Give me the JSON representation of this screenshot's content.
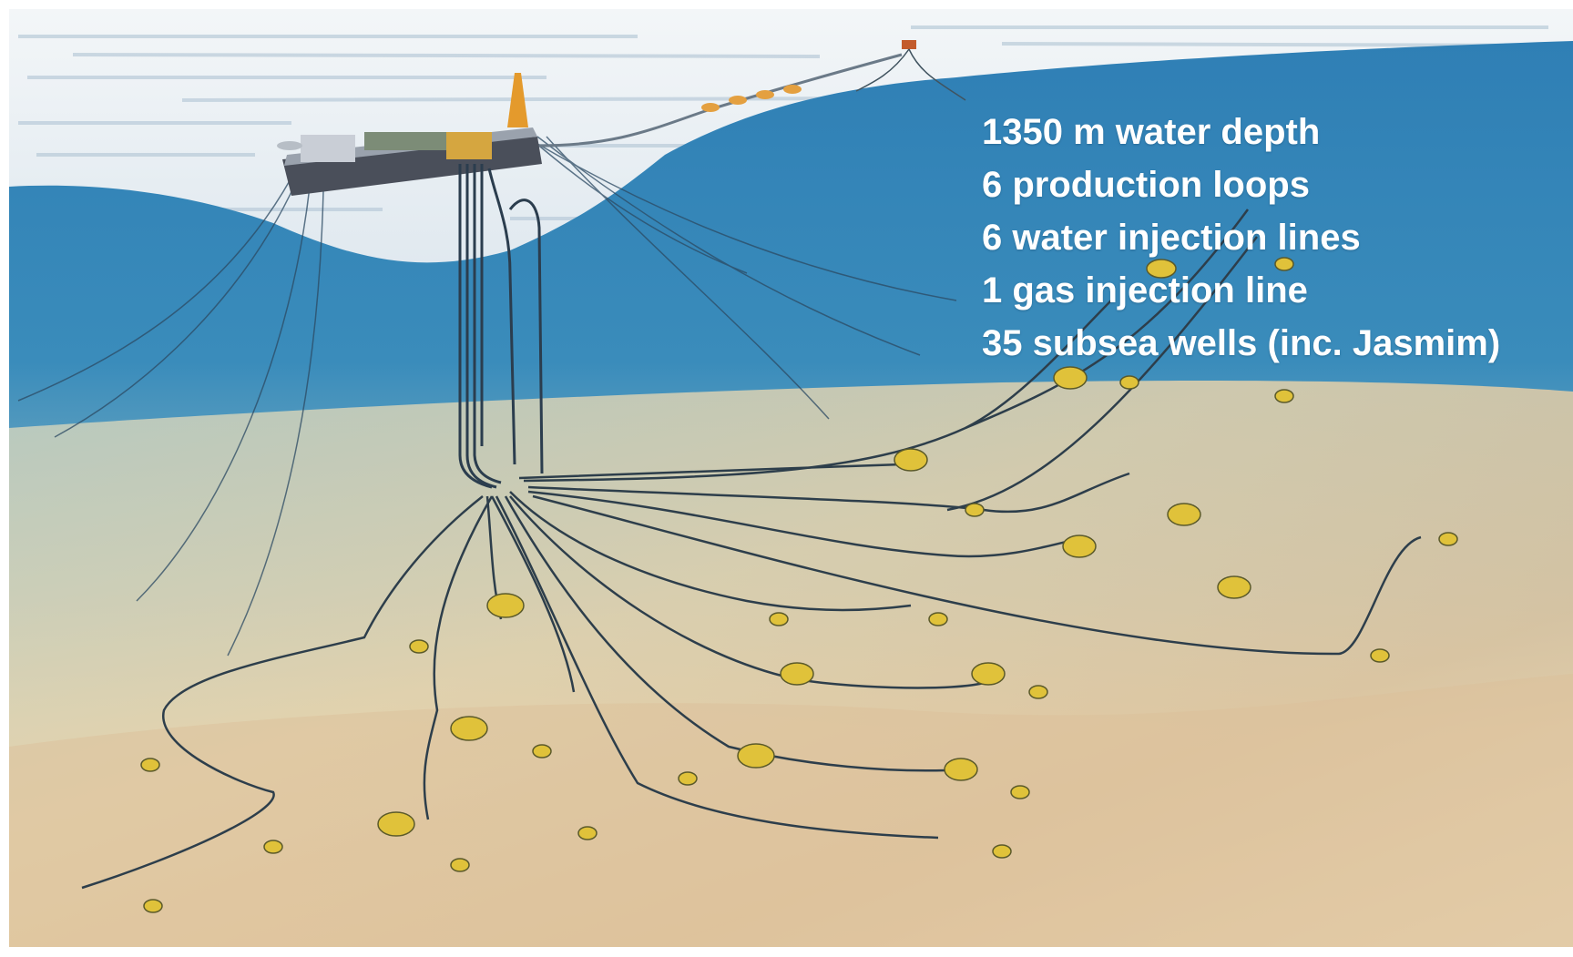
{
  "stats": [
    "1350 m water depth",
    "6 production loops",
    "6 water injection lines",
    "1 gas injection line",
    "35 subsea wells (inc. Jasmim)"
  ],
  "colors": {
    "sky": "#e8eef3",
    "sea_surface": "#3b86b8",
    "sea_deep": "#2f7fb4",
    "seabed_light": "#e9d7b1",
    "seabed_warm": "#ddbd95",
    "hull": "#4a4f5a",
    "wellhead": "#e0c23a",
    "riser": "#2b3d4e"
  },
  "icons": [
    "fpso-vessel",
    "offloading-buoy",
    "subsea-manifold",
    "subsea-wellhead",
    "flowline",
    "mooring-line"
  ]
}
